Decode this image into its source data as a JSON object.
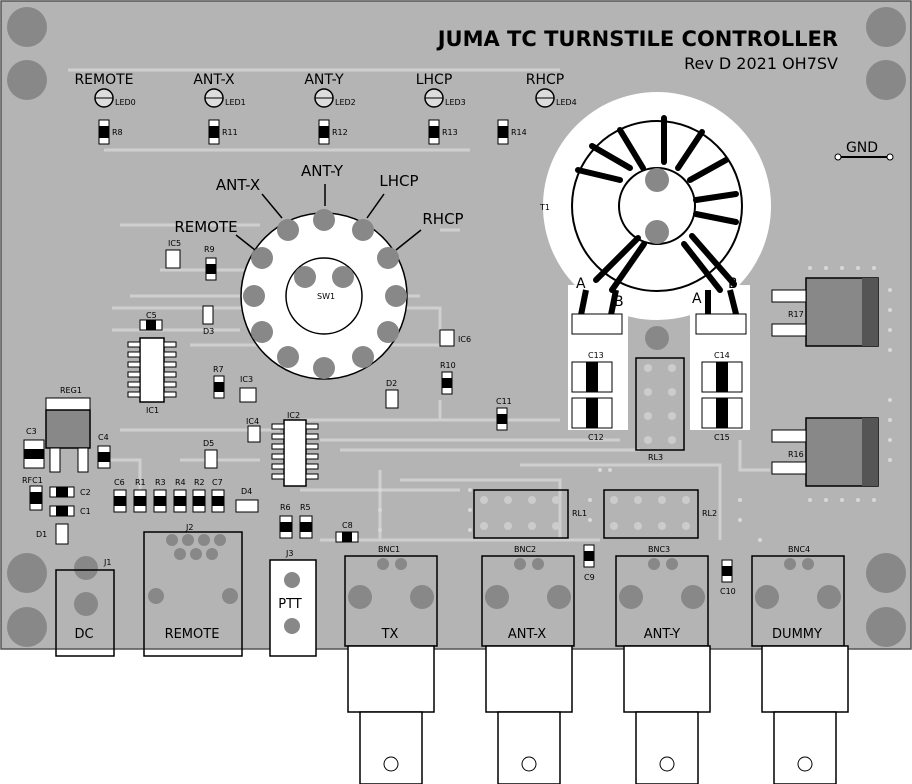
{
  "board": {
    "title": "JUMA TC TURNSTILE CONTROLLER",
    "revision": "Rev D 2021 OH7SV",
    "gnd": "GND"
  },
  "leds": [
    {
      "label": "REMOTE",
      "ref": "LED0",
      "res": "R8"
    },
    {
      "label": "ANT-X",
      "ref": "LED1",
      "res": "R11"
    },
    {
      "label": "ANT-Y",
      "ref": "LED2",
      "res": "R12"
    },
    {
      "label": "LHCP",
      "ref": "LED3",
      "res": "R13"
    },
    {
      "label": "RHCP",
      "ref": "LED4",
      "res": "R14"
    }
  ],
  "switch": {
    "ref": "SW1",
    "positions": [
      "REMOTE",
      "ANT-X",
      "ANT-Y",
      "LHCP",
      "RHCP"
    ]
  },
  "transformer": {
    "ref": "T1",
    "pinA": "A",
    "pinB": "B"
  },
  "refs": {
    "ic5": "IC5",
    "r9": "R9",
    "c5": "C5",
    "d3": "D3",
    "ic1": "IC1",
    "r7": "R7",
    "ic3": "IC3",
    "ic4": "IC4",
    "ic2": "IC2",
    "ic6": "IC6",
    "r10": "R10",
    "d2": "D2",
    "reg1": "REG1",
    "c3": "C3",
    "c4": "C4",
    "d5": "D5",
    "d4": "D4",
    "c6": "C6",
    "r1": "R1",
    "r3": "R3",
    "r4": "R4",
    "r2": "R2",
    "c7": "C7",
    "r6": "R6",
    "r5": "R5",
    "c8": "C8",
    "rfc1": "RFC1",
    "c2": "C2",
    "c1": "C1",
    "d1": "D1",
    "c13": "C13",
    "c12": "C12",
    "c14": "C14",
    "c15": "C15",
    "c11": "C11",
    "rl3": "RL3",
    "rl1": "RL1",
    "rl2": "RL2",
    "c9": "C9",
    "c10": "C10",
    "r17": "R17",
    "r16": "R16"
  },
  "connectors": [
    {
      "ref": "J1",
      "label": "DC"
    },
    {
      "ref": "J2",
      "label": "REMOTE"
    },
    {
      "ref": "J3",
      "label": "PTT"
    },
    {
      "ref": "BNC1",
      "label": "TX"
    },
    {
      "ref": "BNC2",
      "label": "ANT-X"
    },
    {
      "ref": "BNC3",
      "label": "ANT-Y"
    },
    {
      "ref": "BNC4",
      "label": "DUMMY"
    }
  ],
  "colors": {
    "board": "#b4b4b4",
    "trace": "#c8c8c8",
    "pad": "#ffffff",
    "hole": "#888888"
  }
}
